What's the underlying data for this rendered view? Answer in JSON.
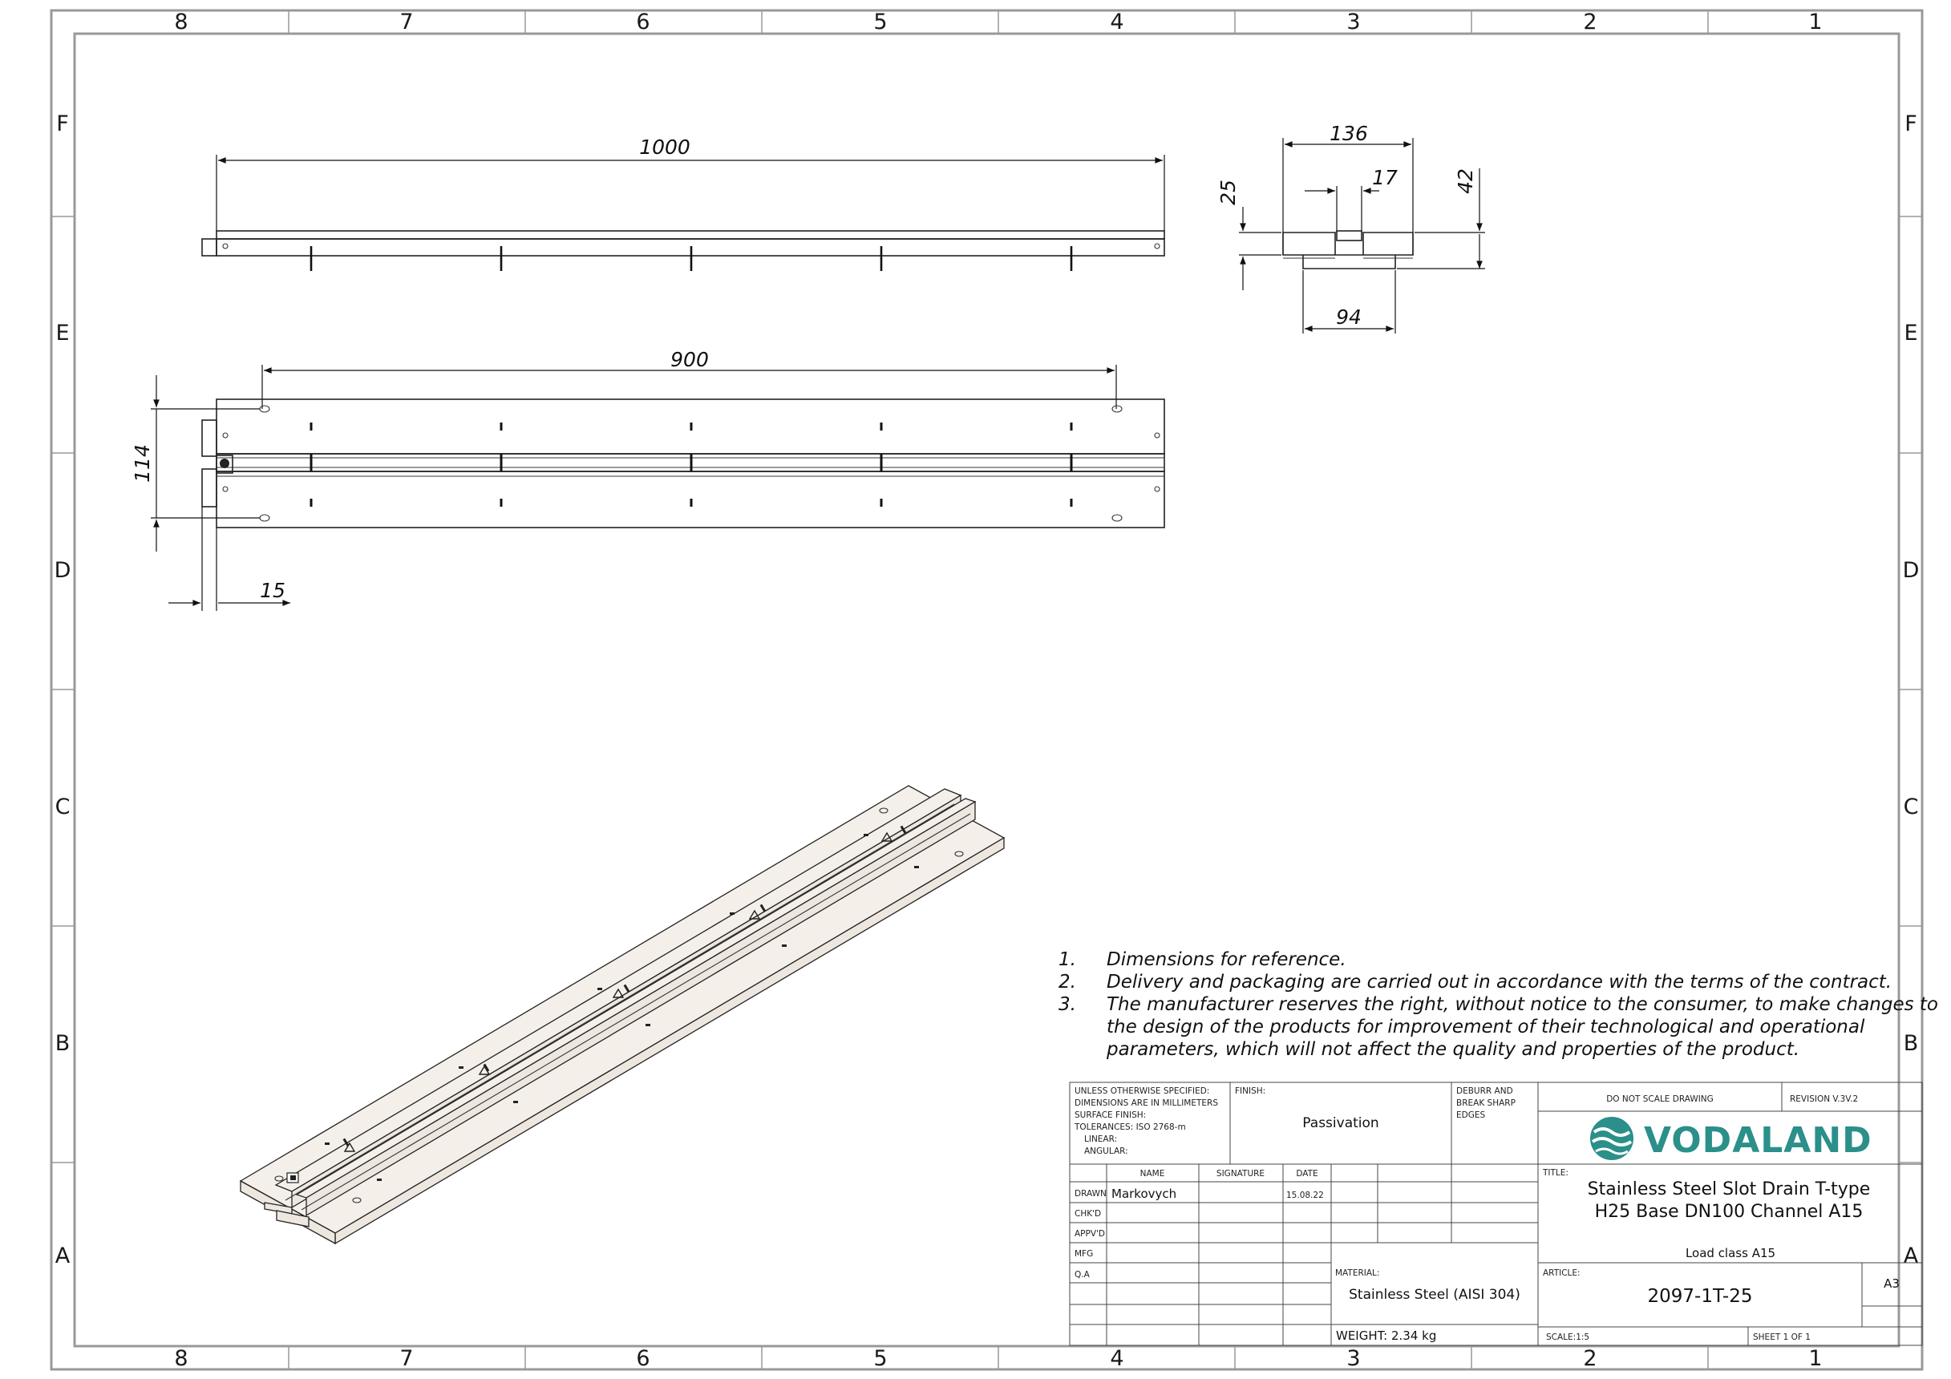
{
  "zones": {
    "columns": [
      "8",
      "7",
      "6",
      "5",
      "4",
      "3",
      "2",
      "1"
    ],
    "rows": [
      "F",
      "E",
      "D",
      "C",
      "B",
      "A"
    ]
  },
  "dimensions": {
    "top_length": "1000",
    "plan_length": "900",
    "plan_width": "114",
    "offset": "15",
    "section_width": "136",
    "slot_width": "17",
    "inner_height": "25",
    "total_height": "42",
    "base_width": "94"
  },
  "notes": [
    {
      "num": "1.",
      "lines": [
        "Dimensions for reference."
      ]
    },
    {
      "num": "2.",
      "lines": [
        "Delivery and packaging are carried out in accordance with the terms of the contract."
      ]
    },
    {
      "num": "3.",
      "lines": [
        "The manufacturer reserves the right, without notice to the consumer, to make changes to",
        "the design of the products for improvement of their technological and operational",
        "parameters, which will not affect the quality and properties of the product."
      ]
    }
  ],
  "title_block": {
    "spec_lines": [
      "UNLESS OTHERWISE SPECIFIED:",
      "DIMENSIONS ARE IN MILLIMETERS",
      "SURFACE FINISH:",
      "TOLERANCES: ISO 2768-m",
      "LINEAR:",
      "ANGULAR:"
    ],
    "finish_label": "FINISH:",
    "finish_value": "Passivation",
    "deburr_lines": [
      "DEBURR AND",
      "BREAK SHARP",
      "EDGES"
    ],
    "do_not_scale": "DO NOT SCALE DRAWING",
    "revision": "REVISION V.3V.2",
    "brand": "VODALAND",
    "col_name": "NAME",
    "col_signature": "SIGNATURE",
    "col_date": "DATE",
    "roles": [
      "DRAWN",
      "CHK'D",
      "APPV'D",
      "MFG",
      "Q.A"
    ],
    "drawn_name": "Markovych",
    "drawn_date": "15.08.22",
    "title_label": "TITLE:",
    "title_line1": "Stainless Steel Slot Drain T-type",
    "title_line2": "H25 Base DN100 Channel A15",
    "load_class": "Load class A15",
    "material_label": "MATERIAL:",
    "material_value": "Stainless Steel (AISI 304)",
    "article_label": "ARTICLE:",
    "article_value": "2097-1T-25",
    "sheet_size": "A3",
    "weight": "WEIGHT: 2.34 kg",
    "scale": "SCALE:1:5",
    "sheet": "SHEET 1 OF 1"
  },
  "colors": {
    "brand": "#2b8f8a",
    "iso_fill": "#eee7e0"
  }
}
